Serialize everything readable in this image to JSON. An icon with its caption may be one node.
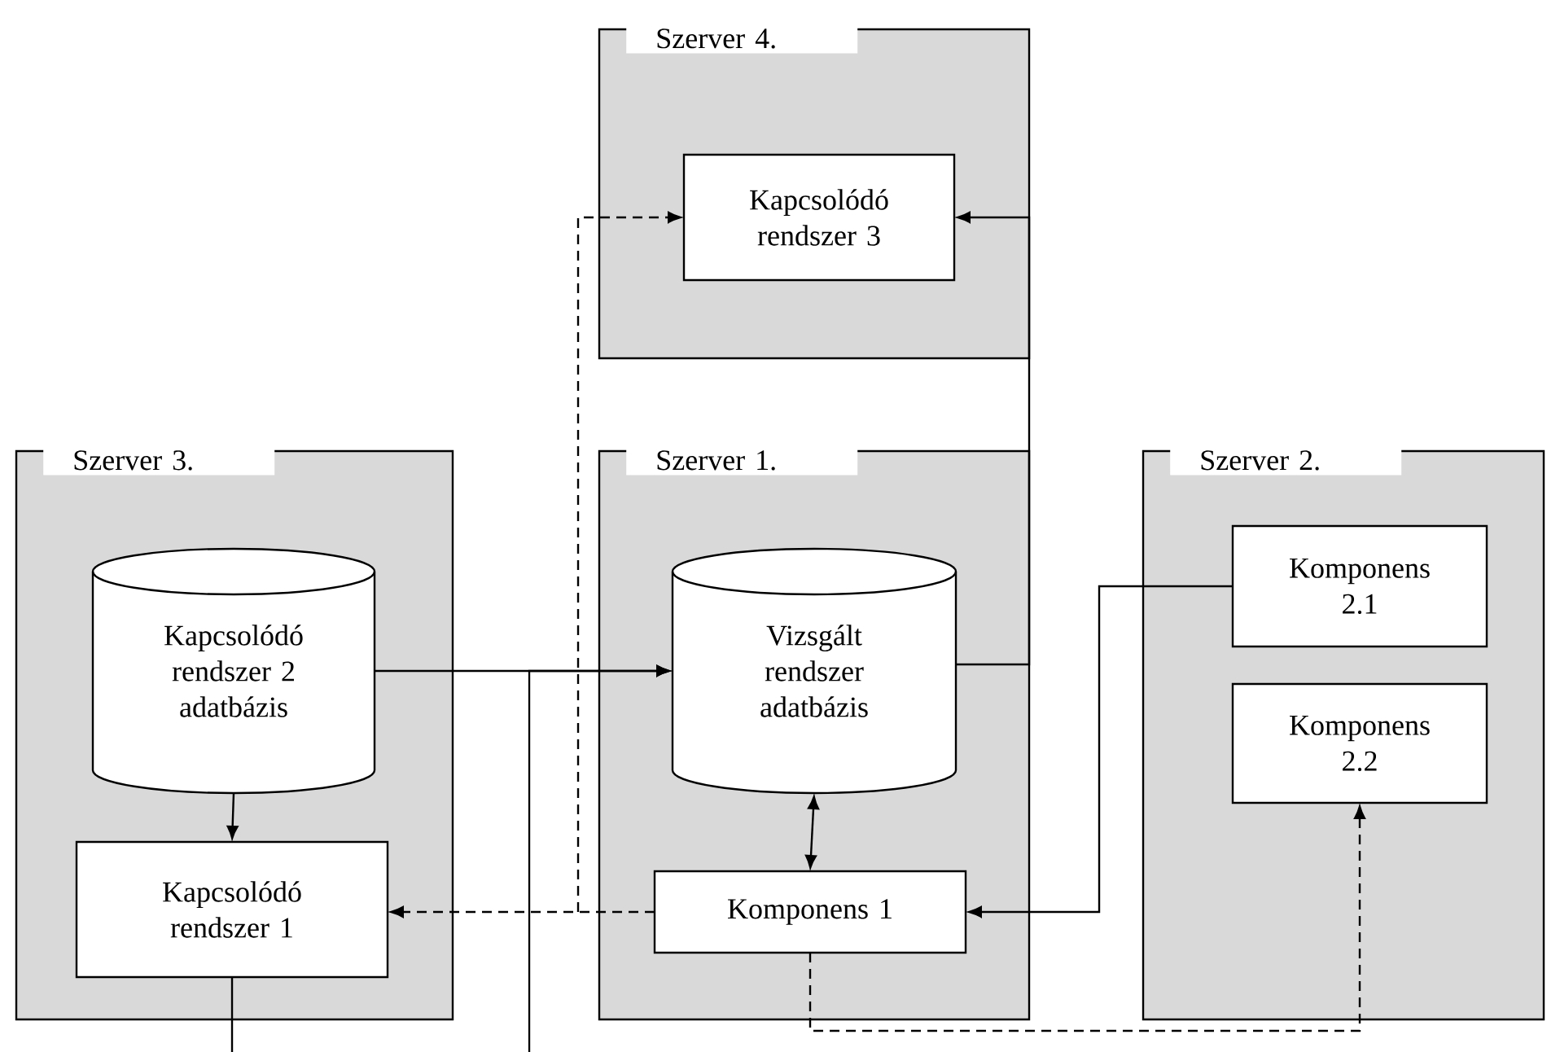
{
  "diagram": {
    "nodes": [
      {
        "text": [
          "Szerver 4."
        ]
      },
      {
        "text": [
          "Kapcsolódó rendszer 3"
        ],
        "in": 0
      },
      {
        "text": [
          "Szerver 3."
        ]
      },
      {
        "text": [
          "Kapcsolódó rendszer 2 adatbázis"
        ],
        "in": 2
      },
      {
        "text": [
          "Kapcsolódó rendszer 1"
        ],
        "in": 2
      },
      {
        "text": [
          "Szerver 1."
        ]
      },
      {
        "text": [
          "Vizsgált rendszer adatbázis"
        ],
        "in": 5
      },
      {
        "text": [
          "Komponens 1"
        ],
        "in": 5
      },
      {
        "text": [
          "Szerver 2."
        ]
      },
      {
        "text": [
          "Komponens 2.1"
        ],
        "in": 8
      },
      {
        "text": [
          "Komponens 2.2"
        ],
        "in": 8
      }
    ],
    "edges": [
      {
        "from": 3,
        "to": 6,
        "arrow": "to"
      },
      {
        "from": null,
        "to": 6,
        "arrow": "to"
      },
      {
        "from": 3,
        "to": 4,
        "arrow": "to"
      },
      {
        "from": 6,
        "to": 7,
        "arrow": "both"
      },
      {
        "from": 7,
        "to": 4,
        "arrow": "to",
        "style": "dashed"
      },
      {
        "from": 7,
        "to": 1,
        "arrow": "to",
        "style": "dashed"
      },
      {
        "from": 6,
        "to": 1,
        "arrow": "to"
      },
      {
        "from": 9,
        "to": 7,
        "arrow": "to"
      },
      {
        "from": 7,
        "to": 10,
        "arrow": "to",
        "style": "dashed"
      },
      {
        "from": 4,
        "to": null,
        "arrow": "none"
      }
    ]
  }
}
